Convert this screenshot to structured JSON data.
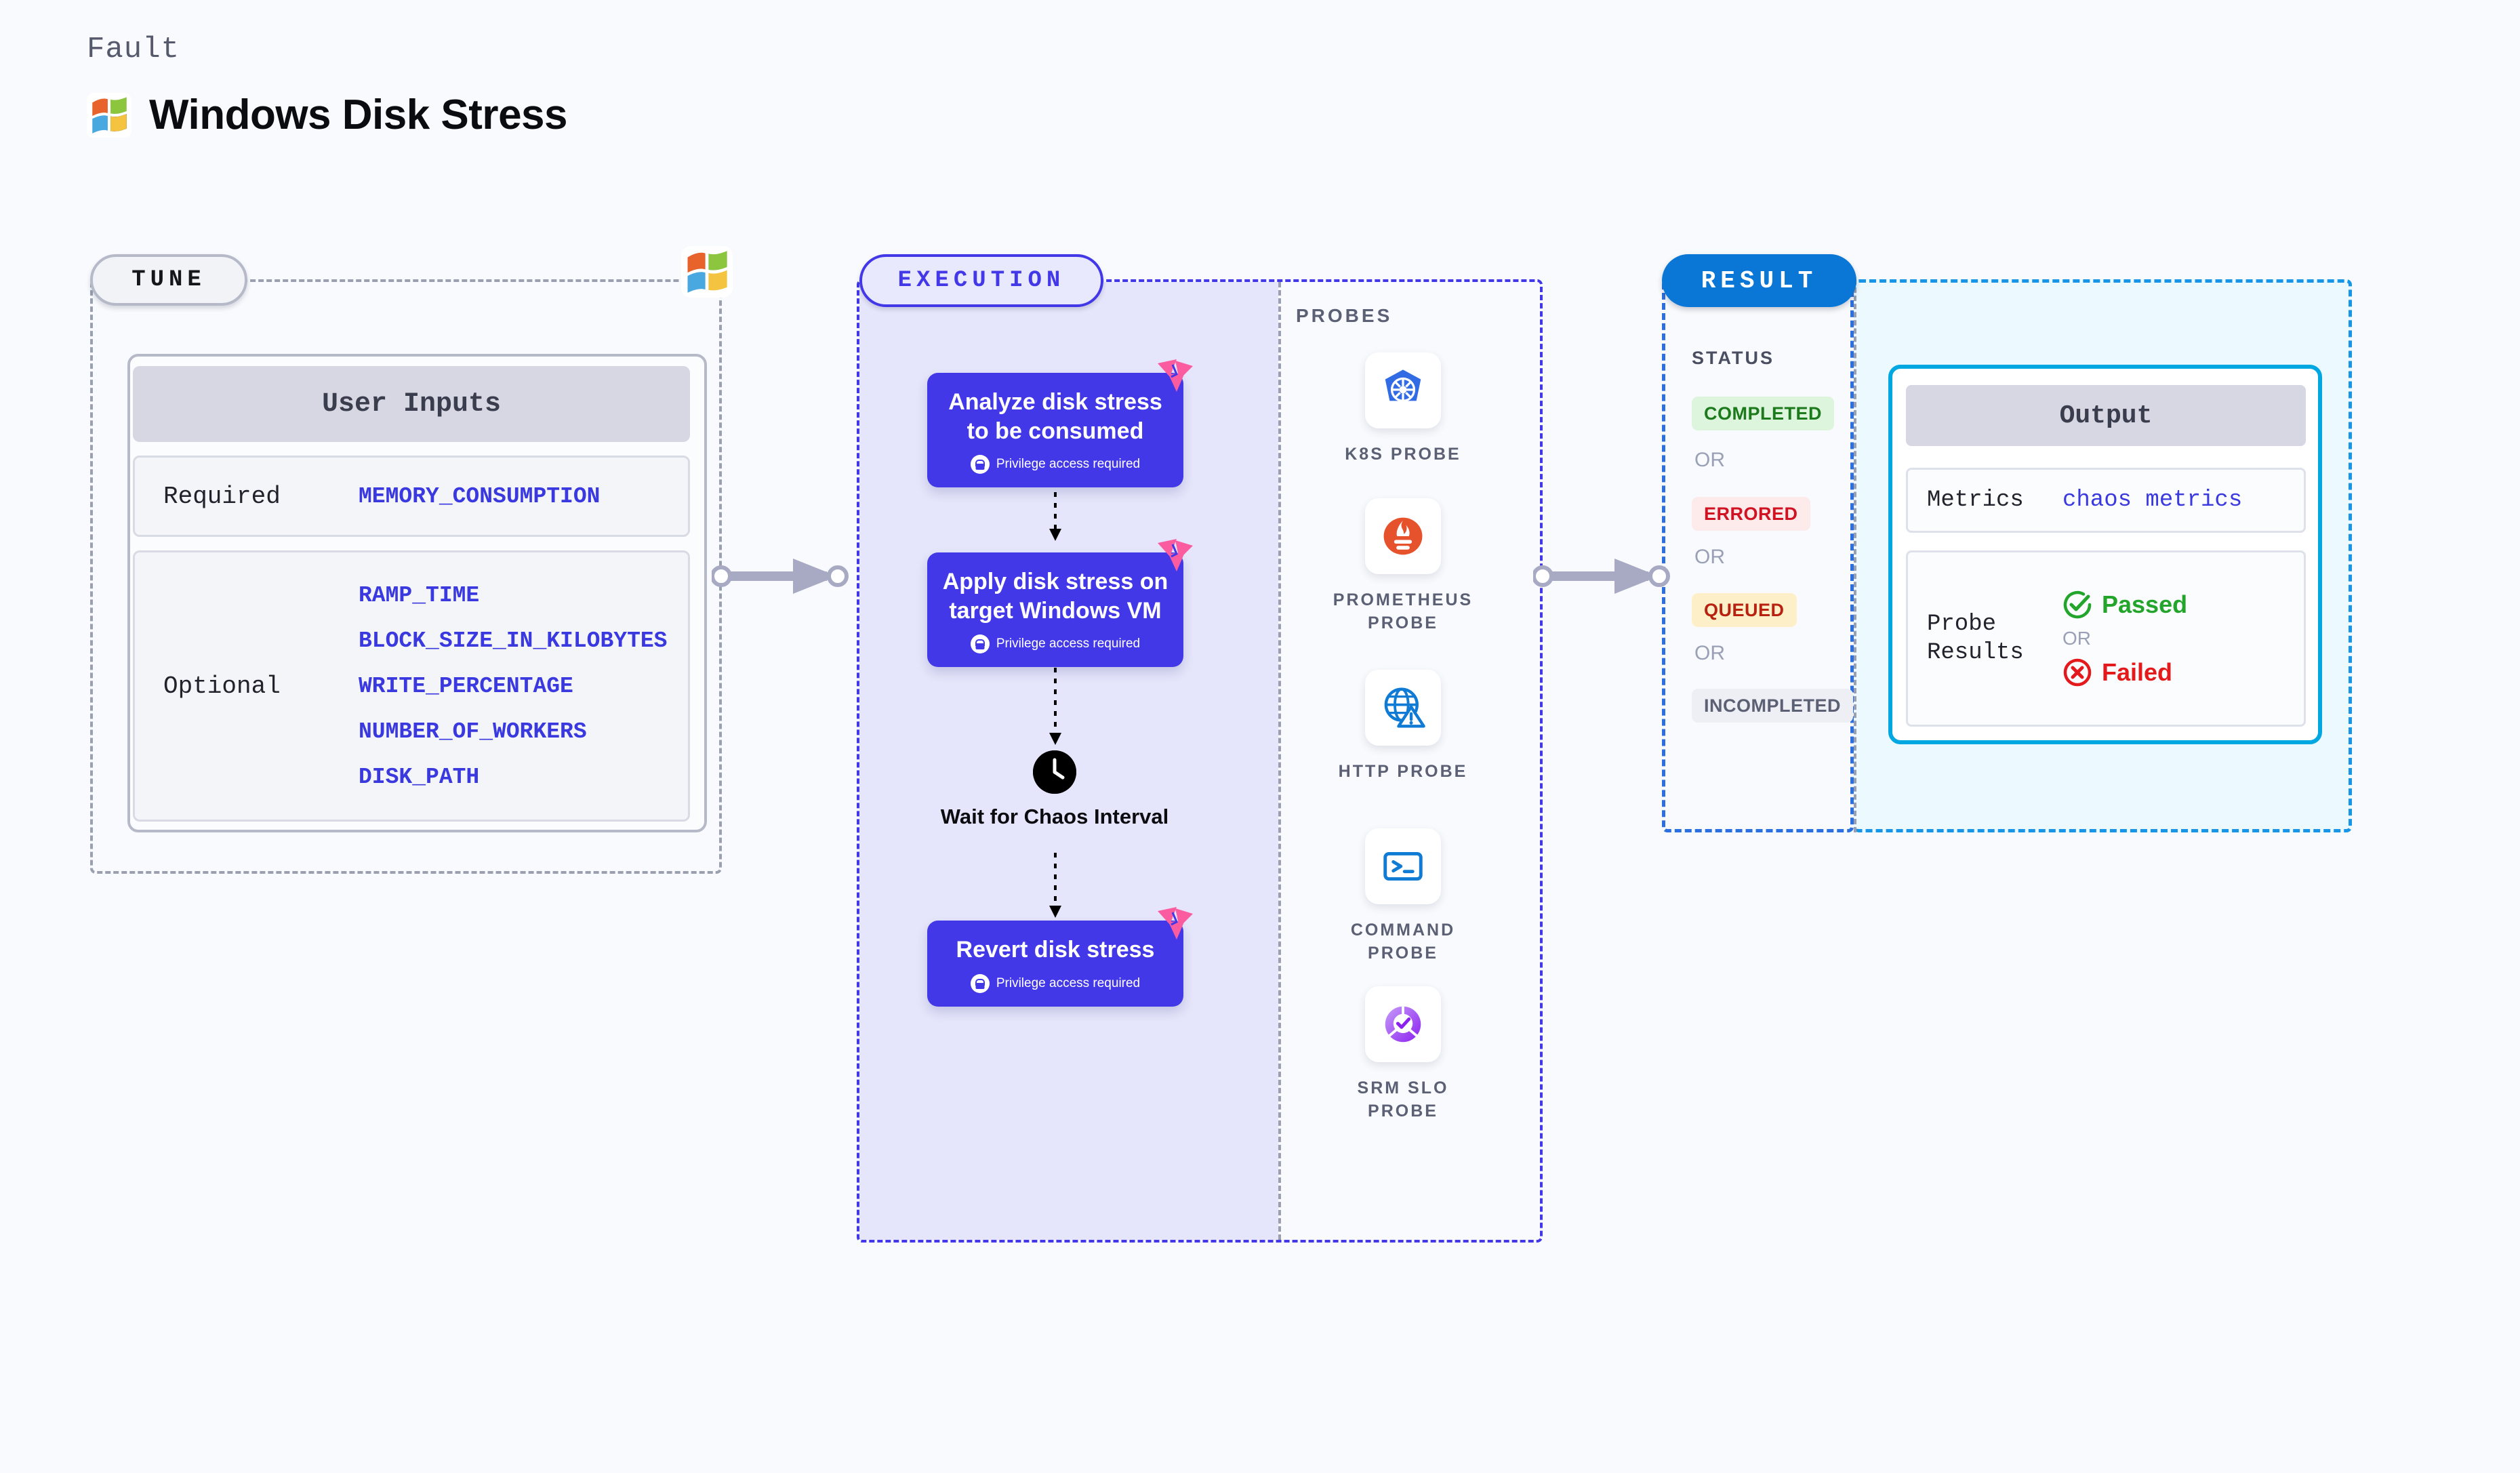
{
  "header": {
    "eyebrow": "Fault",
    "title": "Windows Disk Stress",
    "logo_icon": "windows-logo-icon"
  },
  "tune": {
    "badge": "TUNE",
    "logo_icon": "windows-logo-icon",
    "card": {
      "header": "User Inputs",
      "rows": [
        {
          "label": "Required",
          "values": [
            "MEMORY_CONSUMPTION"
          ]
        },
        {
          "label": "Optional",
          "values": [
            "RAMP_TIME",
            "BLOCK_SIZE_IN_KILOBYTES",
            "WRITE_PERCENTAGE",
            "NUMBER_OF_WORKERS",
            "DISK_PATH"
          ]
        }
      ]
    }
  },
  "execution": {
    "badge": "EXECUTION",
    "steps": [
      {
        "title": "Analyze disk stress to be consumed",
        "note": "Privilege access required",
        "note_icon": "lock-icon",
        "marker_icon": "litmus-fault-marker-icon"
      },
      {
        "title": "Apply disk stress on target Windows VM",
        "note": "Privilege access required",
        "note_icon": "lock-icon",
        "marker_icon": "litmus-fault-marker-icon"
      },
      {
        "title": "Revert disk stress",
        "note": "Privilege access required",
        "note_icon": "lock-icon",
        "marker_icon": "litmus-fault-marker-icon"
      }
    ],
    "wait": {
      "label": "Wait for Chaos Interval",
      "icon": "clock-icon"
    },
    "probes_title": "PROBES",
    "probes": [
      {
        "label": "K8S PROBE",
        "icon": "kubernetes-icon"
      },
      {
        "label": "PROMETHEUS PROBE",
        "icon": "prometheus-icon"
      },
      {
        "label": "HTTP PROBE",
        "icon": "http-globe-warning-icon"
      },
      {
        "label": "COMMAND PROBE",
        "icon": "terminal-icon"
      },
      {
        "label": "SRM SLO PROBE",
        "icon": "srm-slo-icon"
      }
    ]
  },
  "result": {
    "badge": "RESULT",
    "status_title": "STATUS",
    "statuses": [
      {
        "label": "COMPLETED",
        "bg": "#ddf5dd",
        "fg": "#1c7a1c"
      },
      {
        "label": "ERRORED",
        "bg": "#fdeaea",
        "fg": "#cf1322"
      },
      {
        "label": "QUEUED",
        "bg": "#fdf0c8",
        "fg": "#b8200f"
      },
      {
        "label": "INCOMPLETED",
        "bg": "#eeeff4",
        "fg": "#5c6075"
      }
    ],
    "or_text": "OR",
    "output": {
      "header": "Output",
      "metrics_label": "Metrics",
      "metrics_value": "chaos metrics",
      "probe_results_label": "Probe Results",
      "passed_label": "Passed",
      "passed_icon": "check-circle-icon",
      "or_text": "OR",
      "failed_label": "Failed",
      "failed_icon": "x-circle-icon"
    }
  },
  "colors": {
    "accent_indigo": "#4338e8",
    "accent_blue": "#0a76d6",
    "accent_cyan": "#00a7e1",
    "marker_pink": "#fb5ca0",
    "background": "#f8fafd"
  }
}
